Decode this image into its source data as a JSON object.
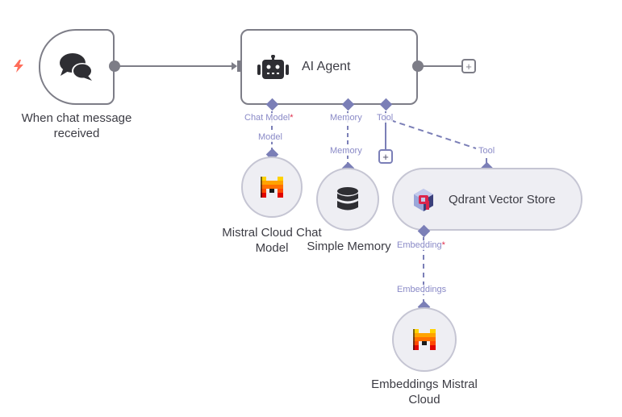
{
  "canvas": {
    "colors": {
      "main_connection": "#7d7d87",
      "sub_connection": "#7b7fb7",
      "port_label": "#8a8ac7",
      "required_marker": "#e0304f",
      "trigger_bolt": "#ff6d5a",
      "sub_node_bg": "#eeeef3"
    }
  },
  "nodes": {
    "trigger": {
      "label": "When chat message received",
      "icon": "chat-bubbles-icon",
      "badge_icon": "lightning-bolt-icon"
    },
    "agent": {
      "title": "AI Agent",
      "icon": "robot-icon",
      "ports": {
        "chat_model": "Chat Model",
        "chat_model_required": "*",
        "memory": "Memory",
        "tool": "Tool"
      }
    },
    "mistral_chat": {
      "label_line1": "Mistral Cloud Chat",
      "label_line2": "Model",
      "icon": "mistral-logo-icon",
      "port": "Model"
    },
    "simple_memory": {
      "label": "Simple Memory",
      "icon": "database-icon",
      "port": "Memory"
    },
    "qdrant": {
      "title": "Qdrant Vector Store",
      "icon": "qdrant-logo-icon",
      "port_top": "Tool",
      "port_bottom": "Embedding",
      "port_bottom_required": "*"
    },
    "embeddings": {
      "label_line1": "Embeddings Mistral",
      "label_line2": "Cloud",
      "icon": "mistral-logo-icon",
      "port": "Embeddings"
    }
  },
  "buttons": {
    "add_after_agent": "+",
    "add_tool": "+"
  }
}
